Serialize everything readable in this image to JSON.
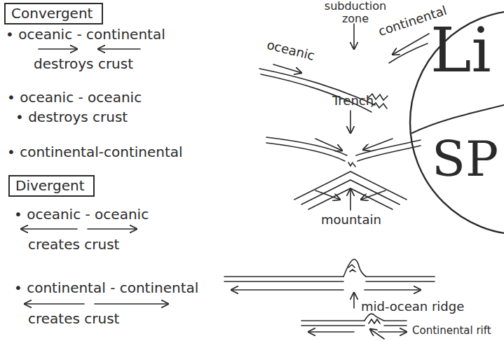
{
  "diagram": {
    "nodes": [
      {
        "text": [
          "Convergent"
        ]
      },
      {
        "text": [
          "Divergent"
        ]
      }
    ],
    "labels": [
      "• oceanic - continental",
      "destroys crust",
      "• oceanic - oceanic",
      "• destroys crust",
      "• continental-continental",
      "• oceanic - oceanic",
      "creates crust",
      "• continental - continental",
      "creates crust",
      "subduction zone",
      "continental",
      "oceanic",
      "Trench",
      "mountain",
      "mid-ocean ridge",
      "Continental rift",
      "Li",
      "SP"
    ]
  }
}
